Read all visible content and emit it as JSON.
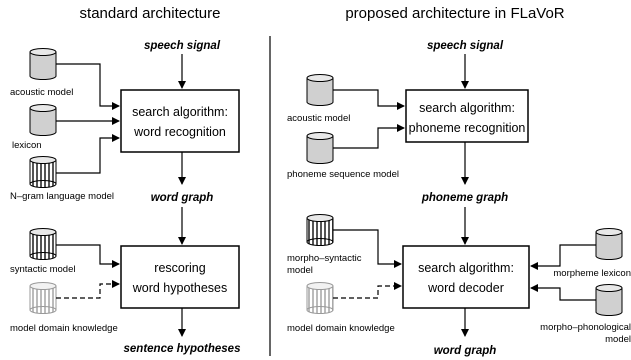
{
  "left": {
    "title": "standard architecture",
    "speech_signal": "speech signal",
    "box1": {
      "line1": "search algorithm:",
      "line2": "word recognition"
    },
    "db_acoustic": "acoustic model",
    "db_lexicon": "lexicon",
    "db_ngram": "N–gram language model",
    "word_graph": "word graph",
    "box2": {
      "line1": "rescoring",
      "line2": "word hypotheses"
    },
    "db_syntactic": "syntactic model",
    "db_domain": "model domain knowledge",
    "sentence_hypotheses": "sentence hypotheses"
  },
  "right": {
    "title": "proposed architecture in FLaVoR",
    "speech_signal": "speech signal",
    "box1": {
      "line1": "search algorithm:",
      "line2": "phoneme recognition"
    },
    "db_acoustic": "acoustic model",
    "db_phoneme_seq": "phoneme sequence model",
    "phoneme_graph": "phoneme graph",
    "box2": {
      "line1": "search algorithm:",
      "line2": "word decoder"
    },
    "db_morpho_syntactic": {
      "line1": "morpho–syntactic",
      "line2": "model"
    },
    "db_domain": "model domain knowledge",
    "db_morpheme_lexicon": "morpheme lexicon",
    "db_morpho_phonological": {
      "line1": "morpho–phonological",
      "line2": "model"
    },
    "word_graph": "word graph"
  }
}
